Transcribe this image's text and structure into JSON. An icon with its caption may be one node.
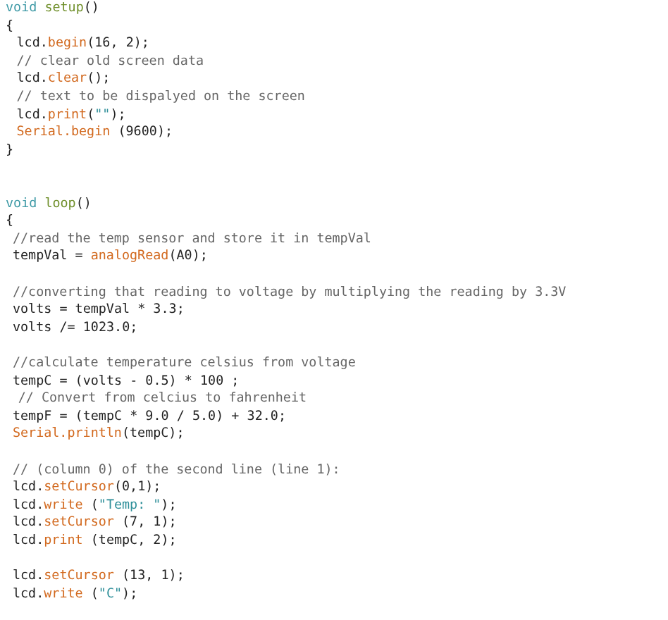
{
  "diagram": {
    "labels": [
      "void setup()",
      "{",
      "lcd.begin(16, 2);",
      "// clear old screen data",
      "lcd.clear();",
      "// text to be dispalyed on the screen",
      "lcd.print(\"\");",
      "Serial.begin (9600);",
      "}",
      "void loop()",
      "{",
      "//read the temp sensor and store it in tempVal",
      "tempVal = analogRead(A0);",
      "//converting that reading to voltage by multiplying the reading by 3.3V",
      "volts = tempVal * 3.3;",
      "volts /= 1023.0;",
      "//calculate temperature celsius from voltage",
      "tempC = (volts - 0.5) * 100 ;",
      "// Convert from celcius to fahrenheit",
      "tempF = (tempC * 9.0 / 5.0) + 32.0;",
      "Serial.println(tempC);",
      "// (column 0) of the second line (line 1):",
      "lcd.setCursor(0,1);",
      "lcd.write (\"Temp: \");",
      "lcd.setCursor (7, 1);",
      "lcd.print (tempC, 2);",
      "lcd.setCursor (13, 1);",
      "lcd.write (\"C\");"
    ]
  }
}
